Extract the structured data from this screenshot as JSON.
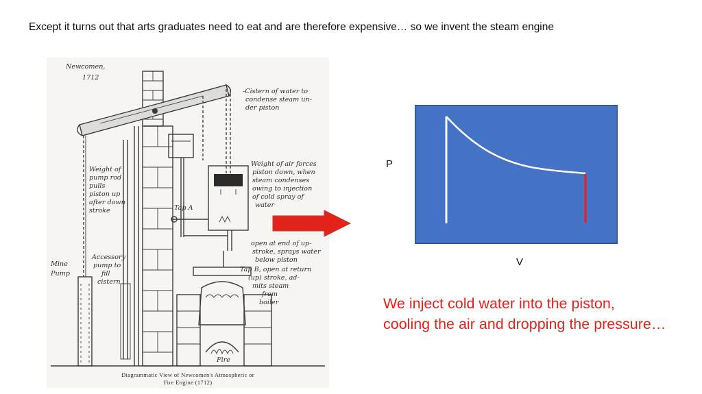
{
  "slide": {
    "title": "Except it turns out that arts graduates need to eat and are therefore expensive… so we invent the steam engine"
  },
  "engine_image": {
    "heading": "Newcomen, 1712",
    "heading_line1": "Newcomen,",
    "heading_line2": "1712",
    "labels": {
      "cistern": [
        "-Cistern of water to",
        "condense steam un-",
        "der piston"
      ],
      "weight_air": [
        "Weight of air forces",
        "piston down, when",
        "steam condenses",
        "owing to injection",
        "of cold spray of",
        "water"
      ],
      "weight_pump": [
        "Weight of",
        "pump rod",
        "pulls",
        "piston up",
        "after down",
        "stroke"
      ],
      "tap_a": "Tap A",
      "open_end": [
        "open at end of up-",
        "stroke, sprays water",
        "below piston"
      ],
      "accessory": [
        "Accessory",
        "pump to",
        "fill",
        "cistern"
      ],
      "mine_pump": [
        "Mine",
        "Pump"
      ],
      "tap_b": [
        "Tap B, open at return",
        "(up) stroke, ad-",
        "mits steam",
        "from",
        "boiler"
      ],
      "fire": "Fire"
    },
    "caption_line1": "Diagrammatic View of Newcomen's Atmospheric or",
    "caption_line2": "Fire Engine (1712)"
  },
  "colors": {
    "chart_bg": "#4472c4",
    "chart_border": "#2f528f",
    "curve": "#ffffff",
    "drop_line": "#e3231b",
    "arrow_fill": "#e3231b",
    "caption": "#e3231b"
  },
  "pv_diagram": {
    "y_axis_label": "P",
    "x_axis_label": "V"
  },
  "caption": {
    "line1": "We inject cold water into the piston,",
    "line2": "cooling the air and dropping the pressure…"
  }
}
